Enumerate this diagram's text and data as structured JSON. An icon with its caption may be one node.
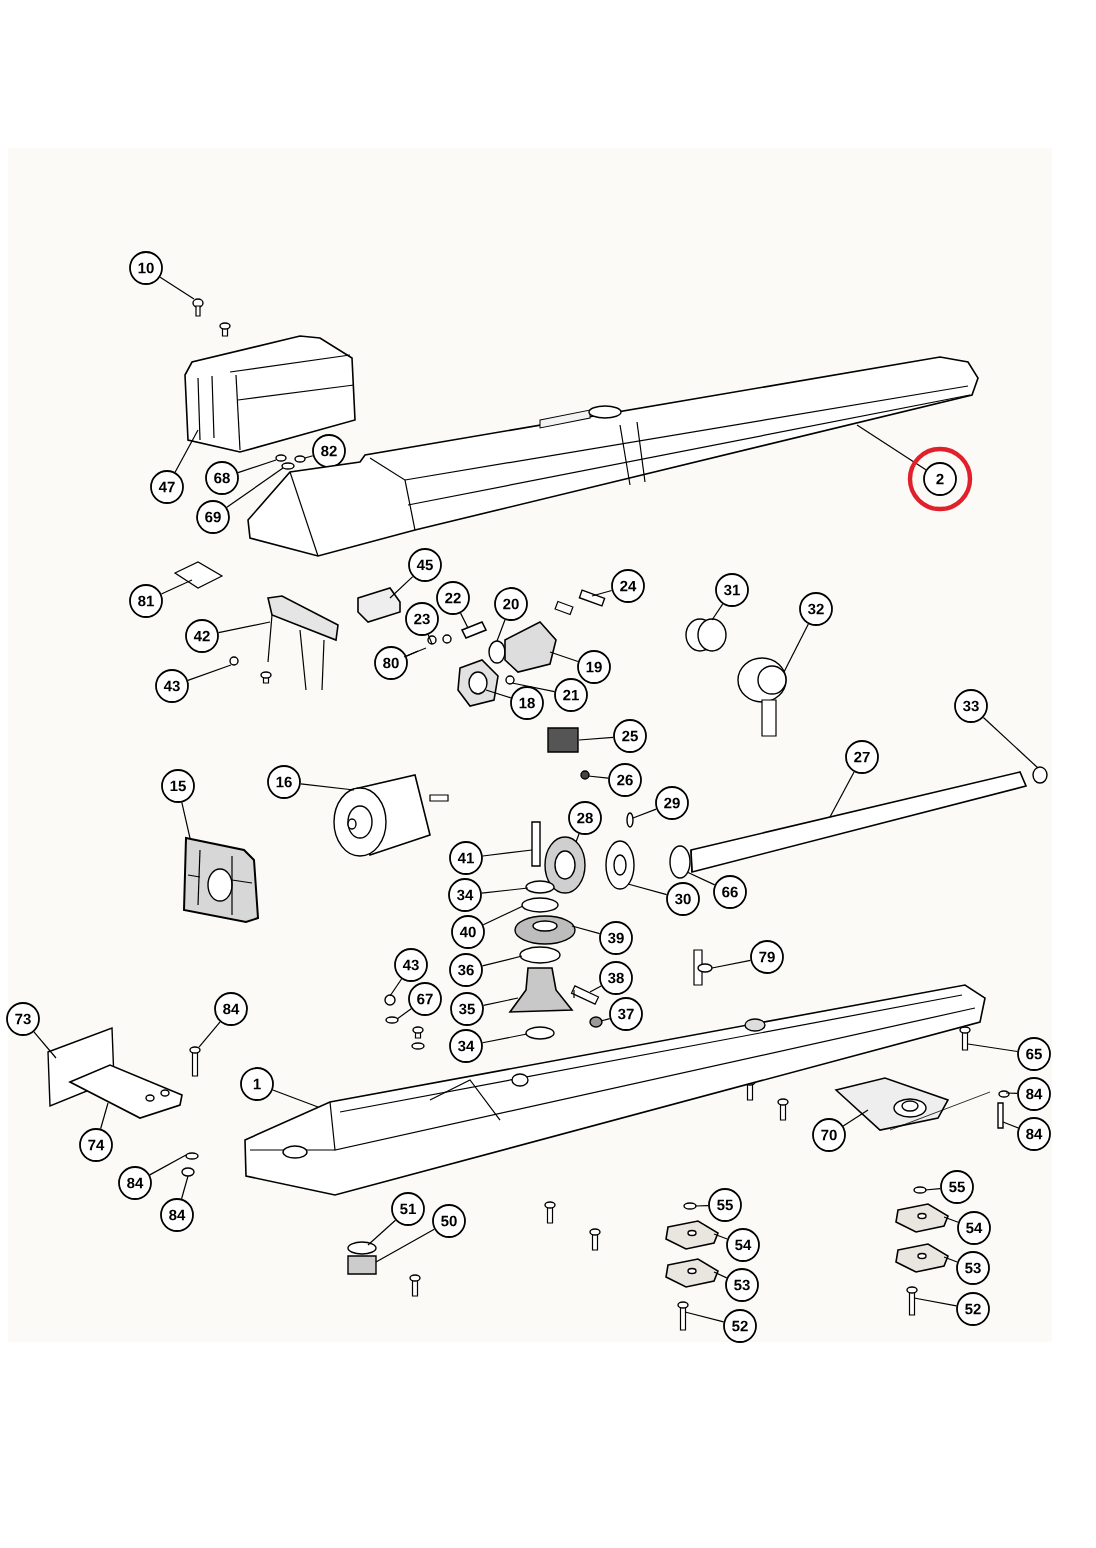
{
  "diagram": {
    "nodes": [
      {
        "text": [
          "10"
        ]
      },
      {
        "text": [
          "47"
        ]
      },
      {
        "text": [
          "68"
        ]
      },
      {
        "text": [
          "82"
        ]
      },
      {
        "text": [
          "69"
        ]
      },
      {
        "text": [
          "2"
        ]
      },
      {
        "text": [
          "81"
        ]
      },
      {
        "text": [
          "45"
        ]
      },
      {
        "text": [
          "42"
        ]
      },
      {
        "text": [
          "43"
        ]
      },
      {
        "text": [
          "23"
        ]
      },
      {
        "text": [
          "22"
        ]
      },
      {
        "text": [
          "20"
        ]
      },
      {
        "text": [
          "24"
        ]
      },
      {
        "text": [
          "80"
        ]
      },
      {
        "text": [
          "19"
        ]
      },
      {
        "text": [
          "21"
        ]
      },
      {
        "text": [
          "18"
        ]
      },
      {
        "text": [
          "31"
        ]
      },
      {
        "text": [
          "32"
        ]
      },
      {
        "text": [
          "33"
        ]
      },
      {
        "text": [
          "25"
        ]
      },
      {
        "text": [
          "26"
        ]
      },
      {
        "text": [
          "15"
        ]
      },
      {
        "text": [
          "16"
        ]
      },
      {
        "text": [
          "27"
        ]
      },
      {
        "text": [
          "29"
        ]
      },
      {
        "text": [
          "28"
        ]
      },
      {
        "text": [
          "41"
        ]
      },
      {
        "text": [
          "34"
        ]
      },
      {
        "text": [
          "30"
        ]
      },
      {
        "text": [
          "66"
        ]
      },
      {
        "text": [
          "40"
        ]
      },
      {
        "text": [
          "39"
        ]
      },
      {
        "text": [
          "36"
        ]
      },
      {
        "text": [
          "79"
        ]
      },
      {
        "text": [
          "43"
        ]
      },
      {
        "text": [
          "38"
        ]
      },
      {
        "text": [
          "67"
        ]
      },
      {
        "text": [
          "35"
        ]
      },
      {
        "text": [
          "37"
        ]
      },
      {
        "text": [
          "73"
        ]
      },
      {
        "text": [
          "84"
        ]
      },
      {
        "text": [
          "65"
        ]
      },
      {
        "text": [
          "34"
        ]
      },
      {
        "text": [
          "1"
        ]
      },
      {
        "text": [
          "84"
        ]
      },
      {
        "text": [
          "70"
        ]
      },
      {
        "text": [
          "84"
        ]
      },
      {
        "text": [
          "74"
        ]
      },
      {
        "text": [
          "84"
        ]
      },
      {
        "text": [
          "84"
        ]
      },
      {
        "text": [
          "55"
        ]
      },
      {
        "text": [
          "55"
        ]
      },
      {
        "text": [
          "51"
        ]
      },
      {
        "text": [
          "50"
        ]
      },
      {
        "text": [
          "54"
        ]
      },
      {
        "text": [
          "54"
        ]
      },
      {
        "text": [
          "53"
        ]
      },
      {
        "text": [
          "53"
        ]
      },
      {
        "text": [
          "52"
        ]
      },
      {
        "text": [
          "52"
        ]
      },
      {
        "text": [],
        "shape": "picture"
      },
      {
        "text": [],
        "shape": "picture"
      },
      {
        "text": [],
        "shape": "circle"
      },
      {
        "text": [],
        "shape": "circle"
      },
      {
        "text": [],
        "shape": "circle"
      },
      {
        "text": [],
        "shape": "picture"
      },
      {
        "text": [],
        "shape": "picture"
      },
      {
        "text": [],
        "shape": "picture"
      },
      {
        "text": [],
        "shape": "picture"
      },
      {
        "text": [],
        "shape": "circle"
      },
      {
        "text": [],
        "shape": "picture"
      },
      {
        "text": [],
        "shape": "picture"
      },
      {
        "text": [],
        "shape": "circle"
      },
      {
        "text": [],
        "shape": "box"
      },
      {
        "text": [],
        "shape": "picture"
      },
      {
        "text": [],
        "shape": "picture"
      },
      {
        "text": [],
        "shape": "circle"
      },
      {
        "text": [],
        "shape": "picture"
      },
      {
        "text": [],
        "shape": "circle"
      },
      {
        "text": [],
        "shape": "picture"
      },
      {
        "text": [],
        "shape": "circle"
      },
      {
        "text": [],
        "shape": "box"
      },
      {
        "text": [],
        "shape": "circle"
      },
      {
        "text": [],
        "shape": "picture"
      },
      {
        "text": [],
        "shape": "picture"
      },
      {
        "text": [],
        "shape": "picture"
      },
      {
        "text": [],
        "shape": "circle"
      },
      {
        "text": [],
        "shape": "picture"
      },
      {
        "text": [],
        "shape": "box"
      },
      {
        "text": [],
        "shape": "circle"
      },
      {
        "text": [],
        "shape": "picture"
      },
      {
        "text": [],
        "shape": "circle"
      },
      {
        "text": [],
        "shape": "circle"
      },
      {
        "text": [],
        "shape": "picture"
      },
      {
        "text": [],
        "shape": "circle"
      },
      {
        "text": [],
        "shape": "picture"
      },
      {
        "text": [],
        "shape": "circle"
      },
      {
        "text": [],
        "shape": "picture"
      },
      {
        "text": [],
        "shape": "circle"
      },
      {
        "text": [],
        "shape": "picture"
      },
      {
        "text": [],
        "shape": "circle"
      },
      {
        "text": [],
        "shape": "box"
      },
      {
        "text": [],
        "shape": "picture"
      },
      {
        "text": [],
        "shape": "picture"
      },
      {
        "text": [],
        "shape": "circle"
      },
      {
        "text": [],
        "shape": "picture"
      },
      {
        "text": [],
        "shape": "circle"
      },
      {
        "text": [],
        "shape": "picture"
      },
      {
        "text": [],
        "shape": "box"
      },
      {
        "text": [],
        "shape": "picture"
      },
      {
        "text": [],
        "shape": "circle"
      },
      {
        "text": [],
        "shape": "circle"
      },
      {
        "text": [],
        "shape": "circle"
      },
      {
        "text": [],
        "shape": "circle"
      },
      {
        "text": [],
        "shape": "circle"
      },
      {
        "text": [],
        "shape": "box"
      },
      {
        "text": [],
        "shape": "picture"
      },
      {
        "text": [],
        "shape": "picture"
      },
      {
        "text": [],
        "shape": "picture"
      },
      {
        "text": [],
        "shape": "picture"
      },
      {
        "text": [],
        "shape": "picture"
      },
      {
        "text": [],
        "shape": "picture"
      }
    ],
    "edges": [
      {
        "from": 0,
        "to": 62,
        "arrow": "none"
      },
      {
        "from": 1,
        "to": 63,
        "arrow": "none"
      },
      {
        "from": 2,
        "to": 64,
        "arrow": "none"
      },
      {
        "from": 3,
        "to": 65,
        "arrow": "none"
      },
      {
        "from": 4,
        "to": 66,
        "arrow": "none"
      },
      {
        "from": 5,
        "to": 67,
        "arrow": "none"
      },
      {
        "from": 6,
        "to": 68,
        "arrow": "none"
      },
      {
        "from": 7,
        "to": 69,
        "arrow": "none"
      },
      {
        "from": 8,
        "to": 70,
        "arrow": "none"
      },
      {
        "from": 9,
        "to": 71,
        "arrow": "none"
      },
      {
        "from": 10,
        "to": 72,
        "arrow": "none"
      },
      {
        "from": 11,
        "to": 73,
        "arrow": "none"
      },
      {
        "from": 12,
        "to": 74,
        "arrow": "none"
      },
      {
        "from": 13,
        "to": 75,
        "arrow": "none"
      },
      {
        "from": 14,
        "to": 76,
        "arrow": "none"
      },
      {
        "from": 15,
        "to": 77,
        "arrow": "none"
      },
      {
        "from": 16,
        "to": 78,
        "arrow": "none"
      },
      {
        "from": 17,
        "to": 79,
        "arrow": "none"
      },
      {
        "from": 18,
        "to": 80,
        "arrow": "none"
      },
      {
        "from": 19,
        "to": 81,
        "arrow": "none"
      },
      {
        "from": 20,
        "to": 82,
        "arrow": "none"
      },
      {
        "from": 21,
        "to": 83,
        "arrow": "none"
      },
      {
        "from": 22,
        "to": 84,
        "arrow": "none"
      },
      {
        "from": 23,
        "to": 85,
        "arrow": "none"
      },
      {
        "from": 24,
        "to": 86,
        "arrow": "none"
      },
      {
        "from": 25,
        "to": 87,
        "arrow": "none"
      },
      {
        "from": 26,
        "to": 88,
        "arrow": "none"
      },
      {
        "from": 27,
        "to": 89,
        "arrow": "none"
      },
      {
        "from": 28,
        "to": 90,
        "arrow": "none"
      },
      {
        "from": 29,
        "to": 91,
        "arrow": "none"
      },
      {
        "from": 30,
        "to": 92,
        "arrow": "none"
      },
      {
        "from": 31,
        "to": 93,
        "arrow": "none"
      },
      {
        "from": 32,
        "to": 94,
        "arrow": "none"
      },
      {
        "from": 33,
        "to": 95,
        "arrow": "none"
      },
      {
        "from": 34,
        "to": 96,
        "arrow": "none"
      },
      {
        "from": 35,
        "to": 97,
        "arrow": "none"
      },
      {
        "from": 36,
        "to": 98,
        "arrow": "none"
      },
      {
        "from": 37,
        "to": 99,
        "arrow": "none"
      },
      {
        "from": 38,
        "to": 100,
        "arrow": "none"
      },
      {
        "from": 39,
        "to": 101,
        "arrow": "none"
      },
      {
        "from": 40,
        "to": 102,
        "arrow": "none"
      },
      {
        "from": 41,
        "to": 103,
        "arrow": "none"
      },
      {
        "from": 42,
        "to": 104,
        "arrow": "none"
      },
      {
        "from": 43,
        "to": 105,
        "arrow": "none"
      },
      {
        "from": 44,
        "to": 106,
        "arrow": "none"
      },
      {
        "from": 45,
        "to": 107,
        "arrow": "none"
      },
      {
        "from": 46,
        "to": 108,
        "arrow": "none"
      },
      {
        "from": 47,
        "to": 109,
        "arrow": "none"
      },
      {
        "from": 48,
        "to": 110,
        "arrow": "none"
      },
      {
        "from": 49,
        "to": 111,
        "arrow": "none"
      },
      {
        "from": 50,
        "to": 112,
        "arrow": "none"
      },
      {
        "from": 51,
        "to": 113,
        "arrow": "none"
      },
      {
        "from": 52,
        "to": 114,
        "arrow": "none"
      },
      {
        "from": 53,
        "to": 115,
        "arrow": "none"
      },
      {
        "from": 54,
        "to": 116,
        "arrow": "none"
      },
      {
        "from": 55,
        "to": 117,
        "arrow": "none"
      },
      {
        "from": 56,
        "to": 118,
        "arrow": "none"
      },
      {
        "from": 57,
        "to": 119,
        "arrow": "none"
      },
      {
        "from": 58,
        "to": 120,
        "arrow": "none"
      },
      {
        "from": 59,
        "to": 121,
        "arrow": "none"
      },
      {
        "from": 60,
        "to": 122,
        "arrow": "none"
      },
      {
        "from": 61,
        "to": 123,
        "arrow": "none"
      }
    ]
  }
}
